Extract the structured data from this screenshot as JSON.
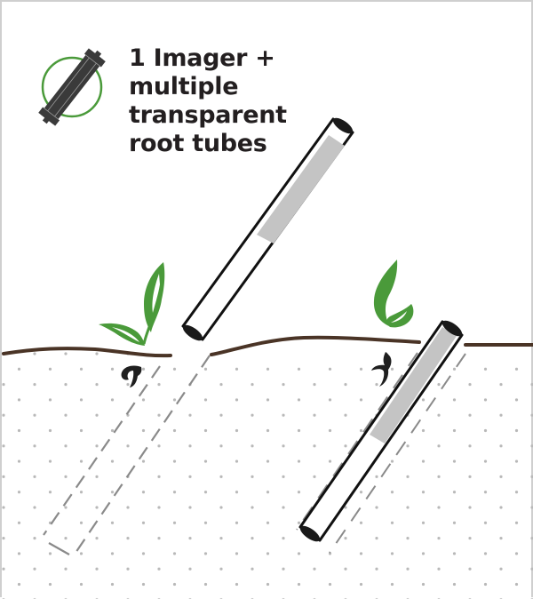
{
  "caption": {
    "lines": [
      "1 Imager +",
      "multiple",
      "transparent",
      "root tubes"
    ]
  },
  "colors": {
    "soil_line": "#4a3426",
    "leaf_green": "#4a9a3a",
    "icon_circle": "#4a9a3a",
    "imager_body": "#3a3a3a",
    "tube_outline": "#111111",
    "tube_fill_gray": "#c4c4c4",
    "dashed_outline": "#8a8a8a",
    "soil_dots": "#b8b8b8",
    "frame_border": "#cfcfcf"
  },
  "icons": {
    "imager": "imager-icon",
    "seedling_left": "seedling-icon",
    "seedling_right": "seedling-icon",
    "root_left": "root-icon",
    "root_right": "root-icon"
  },
  "scene": {
    "tubes": [
      {
        "name": "raised-tube",
        "state": "above ground, partially gray"
      },
      {
        "name": "inserted-tube",
        "state": "inserted in soil with imager inside"
      }
    ],
    "ghost_tube": "dashed outline of tube position in soil"
  }
}
